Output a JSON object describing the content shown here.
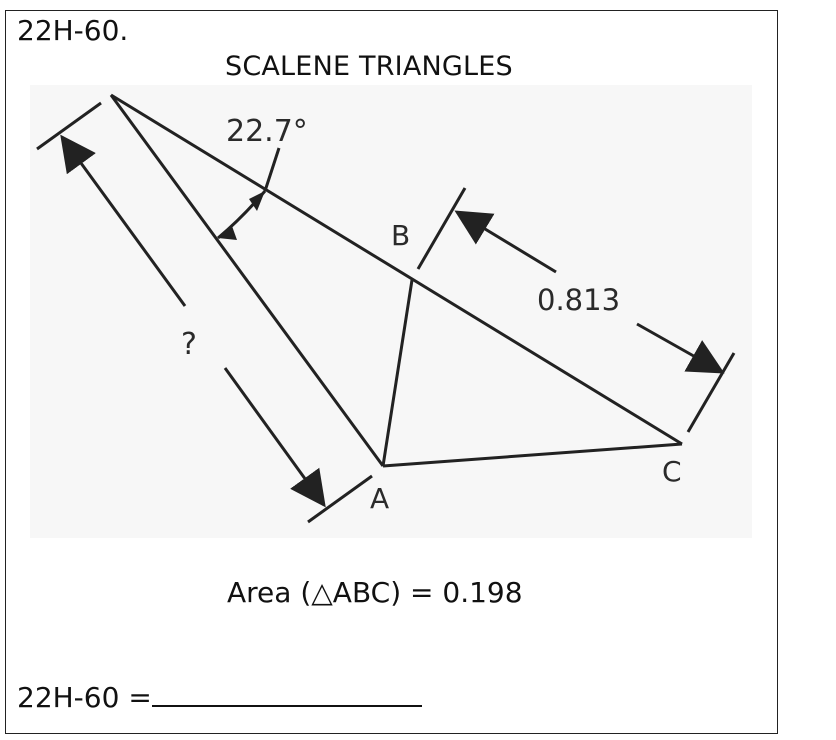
{
  "problem": {
    "id": "22H-60.",
    "title": "SCALENE TRIANGLES"
  },
  "diagram": {
    "angle_label": "22.7°",
    "point_b": "B",
    "point_a": "A",
    "point_c": "C",
    "length_label": "0.813",
    "unknown_label": "?"
  },
  "area": {
    "text": "Area (△ABC) = 0.198"
  },
  "answer": {
    "label": "22H-60 ="
  },
  "colors": {
    "line": "#222222",
    "text": "#111111",
    "diagram_background": "#f7f7f7"
  }
}
